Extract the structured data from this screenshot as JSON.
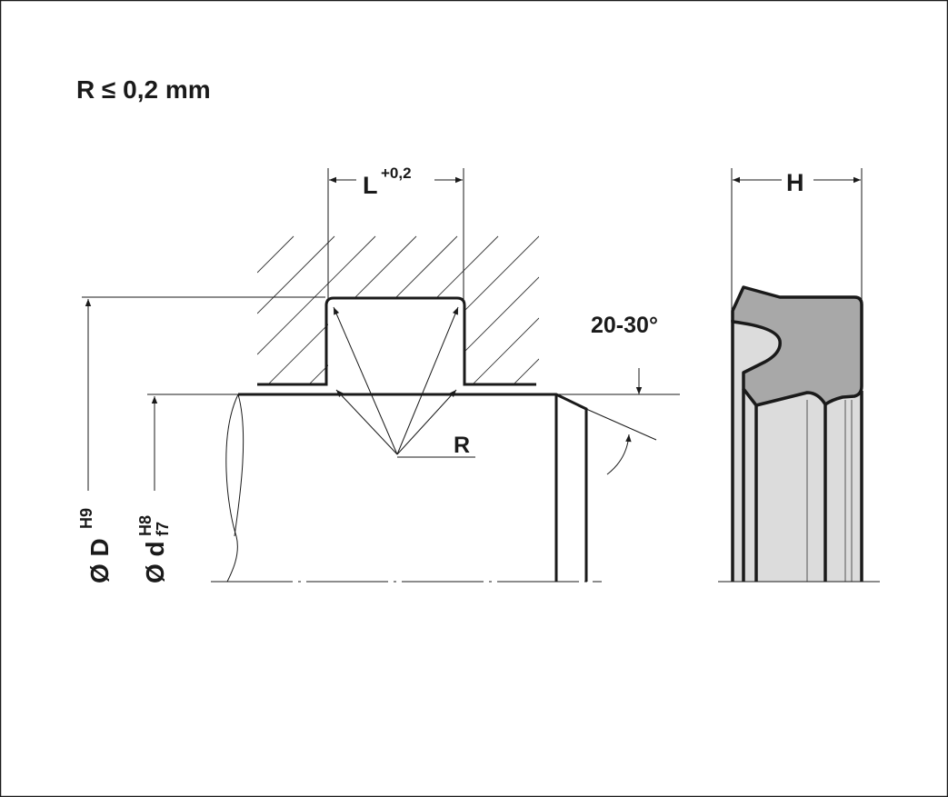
{
  "note": "R ≤ 0,2 mm",
  "dimensions": {
    "groove_width": "L",
    "groove_width_tolerance": "+0,2",
    "seal_height": "H",
    "chamfer_angle": "20-30°",
    "radius": "R",
    "bore_diameter_symbol": "Ø D",
    "bore_tolerance": "H9",
    "rod_diameter_symbol": "Ø d",
    "rod_tolerance_upper": "H8",
    "rod_tolerance_lower": "f7"
  },
  "colors": {
    "line": "#1a1a1a",
    "seal_profile": "#a8a8a8",
    "seal_body": "#dcdcdc"
  }
}
